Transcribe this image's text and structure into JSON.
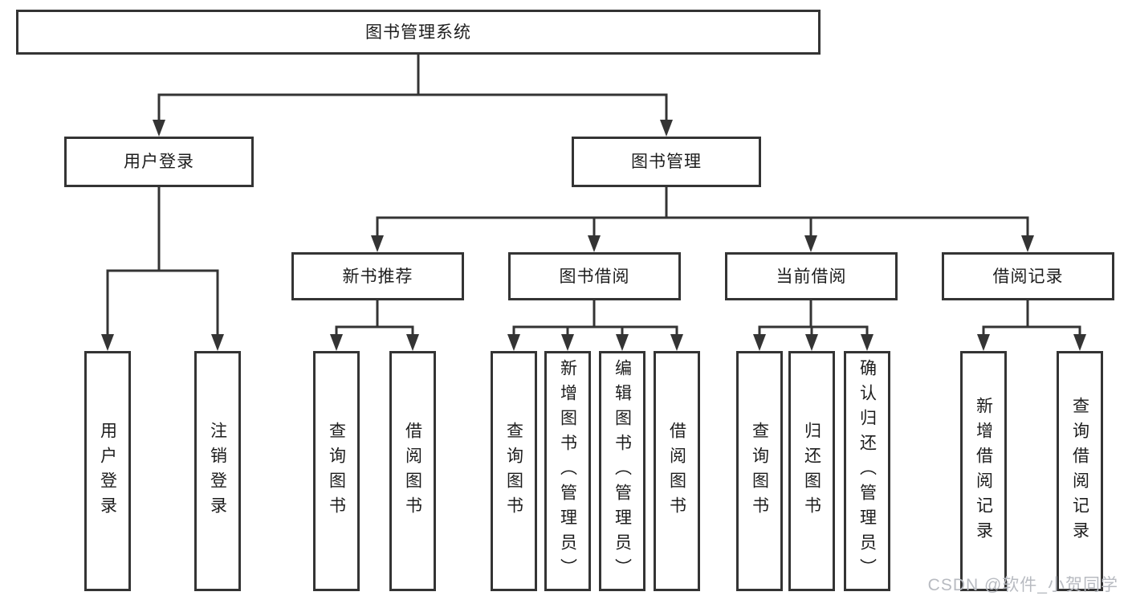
{
  "colors": {
    "line": "#343434",
    "box_border": "#343434",
    "text": "#1d1d1d",
    "watermark": "#b8bbc1",
    "background": "#ffffff"
  },
  "nodes": {
    "root": {
      "label": "图书管理系统"
    },
    "user_login": {
      "label": "用户登录"
    },
    "book_mgmt": {
      "label": "图书管理"
    },
    "new_book_recommend": {
      "label": "新书推荐"
    },
    "book_borrow": {
      "label": "图书借阅"
    },
    "current_borrow": {
      "label": "当前借阅"
    },
    "borrow_record": {
      "label": "借阅记录"
    },
    "leaf_user_login": {
      "label": "用户登录"
    },
    "leaf_logout": {
      "label": "注销登录"
    },
    "leaf_query_book_1": {
      "label": "查询图书"
    },
    "leaf_borrow_book_1": {
      "label": "借阅图书"
    },
    "leaf_query_book_2": {
      "label": "查询图书"
    },
    "leaf_add_book": {
      "label": "新增图书（管理员）"
    },
    "leaf_edit_book": {
      "label": "编辑图书（管理员）"
    },
    "leaf_borrow_book_2": {
      "label": "借阅图书"
    },
    "leaf_query_book_3": {
      "label": "查询图书"
    },
    "leaf_return_book": {
      "label": "归还图书"
    },
    "leaf_confirm_return": {
      "label": "确认归还（管理员）"
    },
    "leaf_add_record": {
      "label": "新增借阅记录"
    },
    "leaf_query_record": {
      "label": "查询借阅记录"
    }
  },
  "watermark": {
    "text": "CSDN @软件_小贺同学"
  }
}
